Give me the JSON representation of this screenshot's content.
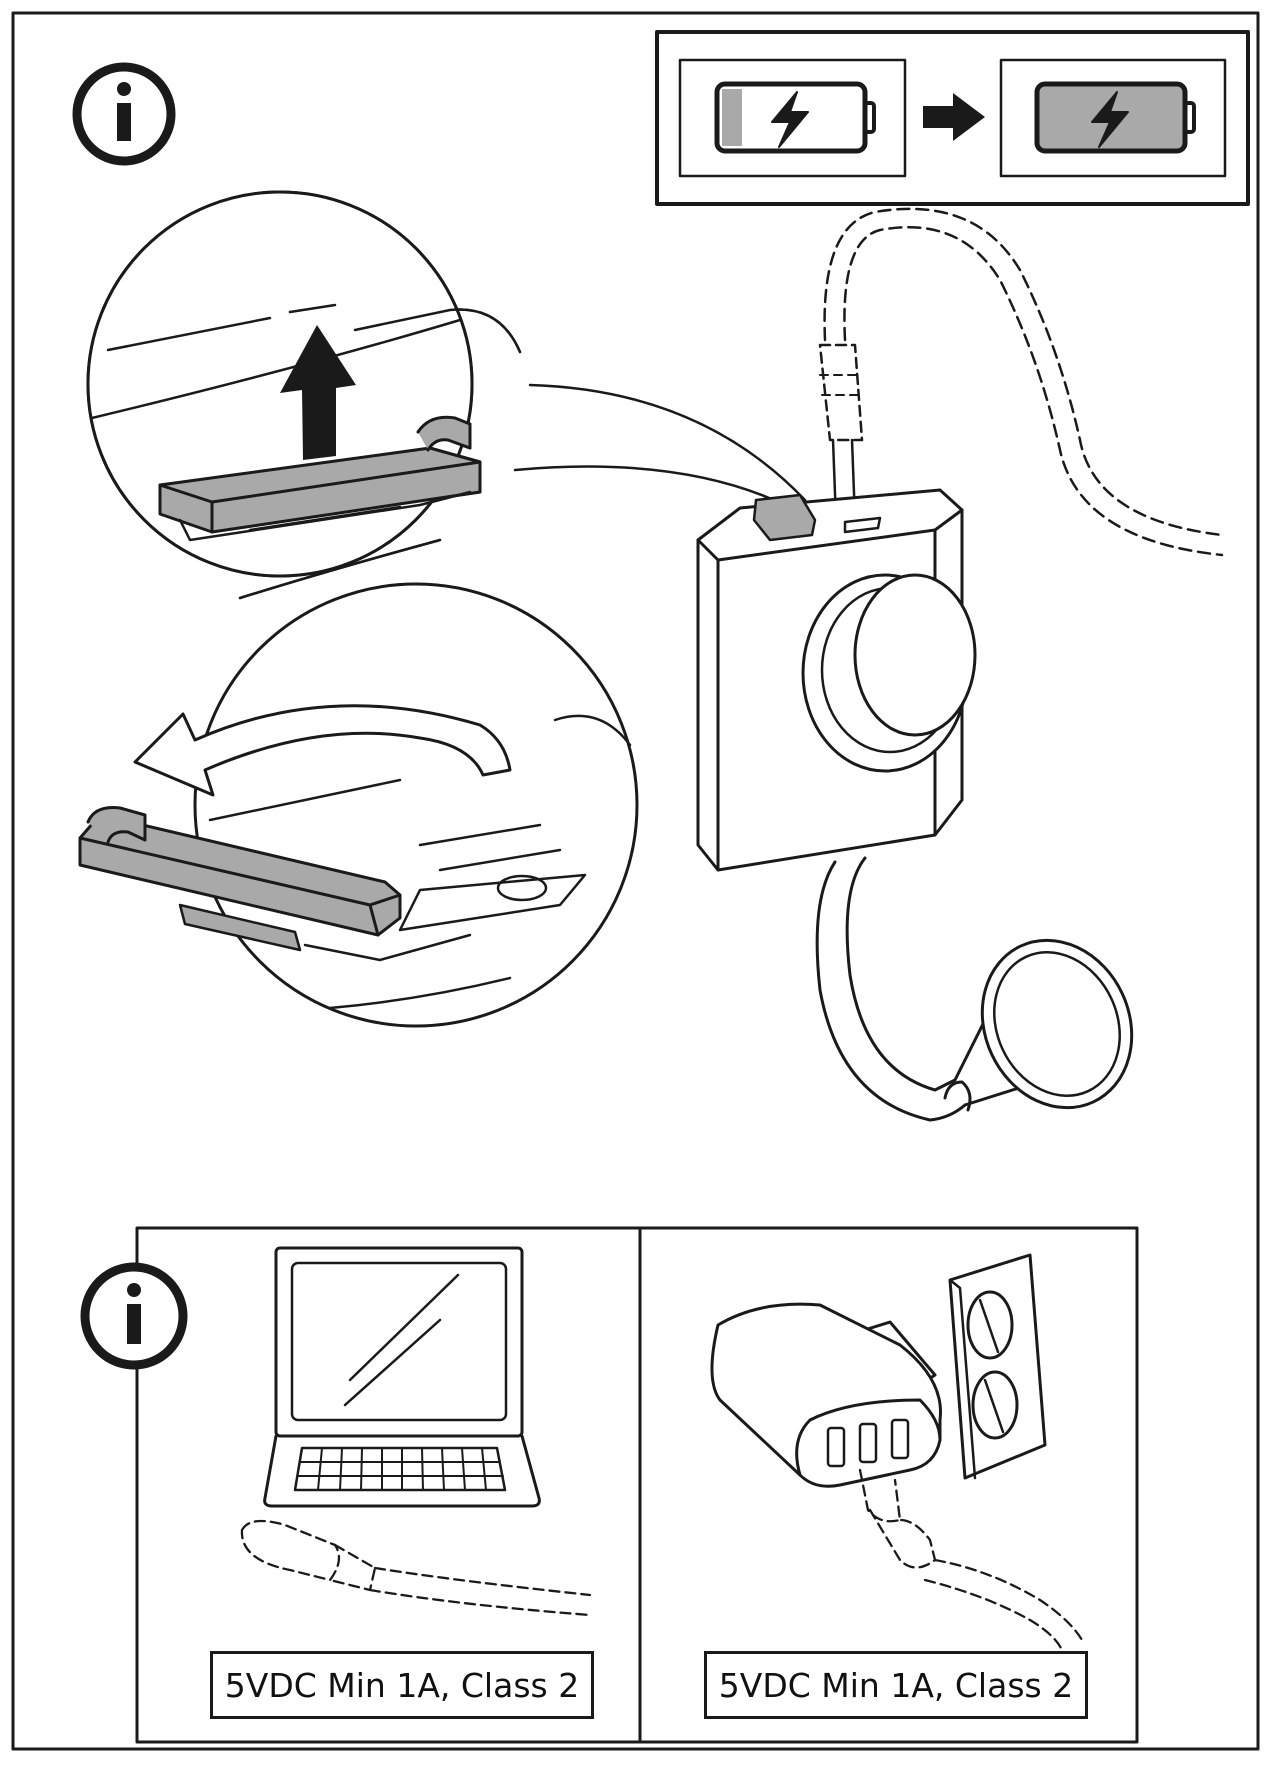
{
  "info_icon": "info-icon",
  "battery_icons": [
    "battery-low-charging-icon",
    "battery-full-charging-icon"
  ],
  "colors": {
    "line": "#1a1a1a",
    "fill_gray": "#a9a9a9",
    "background": "#ffffff"
  },
  "power_sources": [
    {
      "name": "laptop",
      "label": "5VDC Min 1A, Class 2"
    },
    {
      "name": "wall-adapter",
      "label": "5VDC Min 1A, Class 2"
    }
  ]
}
